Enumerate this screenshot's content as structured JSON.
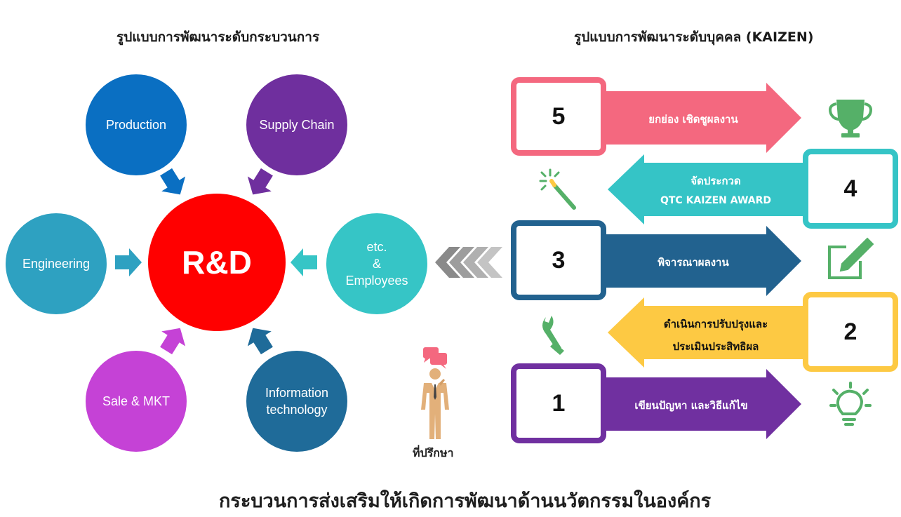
{
  "headings": {
    "left": "รูปแบบการพัฒนาระดับกระบวนการ",
    "right": "รูปแบบการพัฒนาระดับบุคคล   (KAIZEN)"
  },
  "center": {
    "label": "R&D",
    "color": "#ff0000"
  },
  "departments": [
    {
      "id": "production",
      "lines": [
        "Production"
      ],
      "color": "#0a6fc2"
    },
    {
      "id": "supply-chain",
      "lines": [
        "Supply Chain"
      ],
      "color": "#6f2f9e"
    },
    {
      "id": "engineering",
      "lines": [
        "Engineering"
      ],
      "color": "#2ea1c1"
    },
    {
      "id": "employees",
      "lines": [
        "etc.",
        "&",
        "Employees"
      ],
      "color": "#36c5c6"
    },
    {
      "id": "sale-mkt",
      "lines": [
        "Sale & MKT"
      ],
      "color": "#c542d6"
    },
    {
      "id": "information-technology",
      "lines": [
        "Information",
        "technology"
      ],
      "color": "#1f6b99"
    }
  ],
  "consultant": {
    "label": "ที่ปรึกษา"
  },
  "steps": [
    {
      "num": "5",
      "lines": [
        "ยกย่อง เชิดชูผลงาน"
      ],
      "color": "#f4687f",
      "icon": "trophy-icon"
    },
    {
      "num": "4",
      "lines": [
        "จัดประกวด",
        "QTC KAIZEN AWARD"
      ],
      "color": "#35c4c6",
      "icon": "magic-wand-icon"
    },
    {
      "num": "3",
      "lines": [
        "พิจารณาผลงาน"
      ],
      "color": "#22628f",
      "icon": "edit-note-icon"
    },
    {
      "num": "2",
      "lines": [
        "ดำเนินการปรับปรุงและ",
        "ประเมินประสิทธิผล"
      ],
      "color": "#fdc943",
      "icon": "wrench-icon"
    },
    {
      "num": "1",
      "lines": [
        "เขียนปัญหา และวิธีแก้ไข"
      ],
      "color": "#7030a0",
      "icon": "lightbulb-icon"
    }
  ],
  "footer": "กระบวนการส่งเสริมให้เกิดการพัฒนาด้านนวัตกรรมในองค์กร"
}
